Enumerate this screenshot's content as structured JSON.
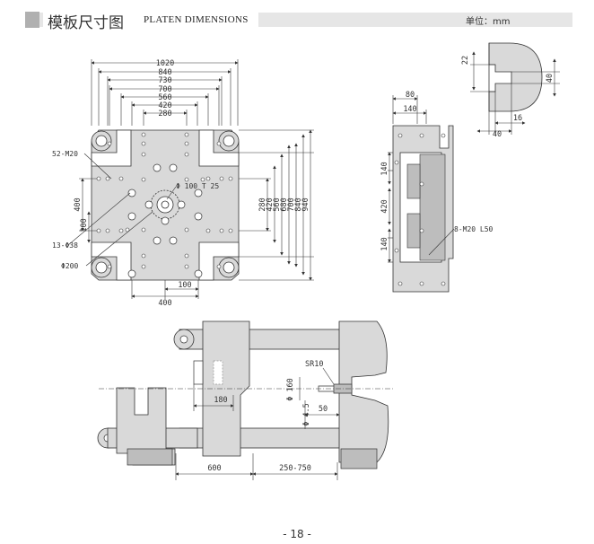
{
  "header": {
    "title_zh": "模板尺寸图",
    "title_en": "PLATEN DIMENSIONS",
    "unit": "单位：mm"
  },
  "front_view": {
    "horizontal_dims": [
      "1020",
      "840",
      "730",
      "700",
      "560",
      "420",
      "280"
    ],
    "vertical_dims": [
      "280",
      "420",
      "560",
      "680",
      "700",
      "840",
      "940"
    ],
    "left_dims": [
      "400",
      "100"
    ],
    "bottom_dims": [
      "100",
      "400"
    ],
    "callouts": {
      "tapped_holes": "52-M20",
      "locating_ring": "Φ 100 T 25",
      "ejector_holes": "13-Φ38",
      "nozzle_bore": "Φ200"
    }
  },
  "side_view": {
    "top_dims": [
      "80",
      "140"
    ],
    "left_dims": [
      "140",
      "420",
      "140"
    ],
    "callout": "8-M20 L50"
  },
  "slot_detail": {
    "dims": [
      "22",
      "40",
      "16",
      "40"
    ]
  },
  "clamp_side": {
    "dims": {
      "ejector": "180",
      "nozzle_radius": "SR10",
      "nozzle_dia": "Φ 160",
      "small_dia": "Φ 4.5",
      "depth": "50",
      "min_length": "600",
      "stroke": "250-750"
    }
  },
  "footer": {
    "page": "- 18 -"
  },
  "colors": {
    "platen": "#d9d9d9",
    "platen_dark": "#bdbdbd",
    "line": "#333333",
    "header_band": "#e6e6e6"
  }
}
